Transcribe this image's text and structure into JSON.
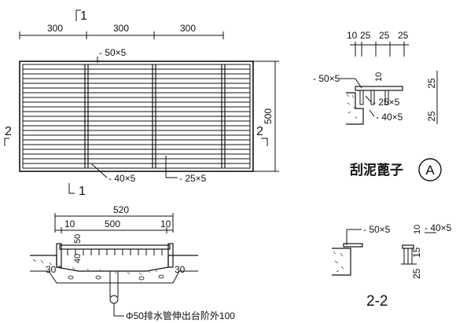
{
  "plan": {
    "section_mark_top": "1",
    "section_mark_bottom": "1",
    "section_mark_left": "2",
    "section_mark_right": "2",
    "dim_top": [
      "300",
      "300",
      "300"
    ],
    "dim_right": "500",
    "label_flat_bar": "- 50×5",
    "label_bottom_left": "- 40×5",
    "label_bottom_right": "- 25×5"
  },
  "detail_a": {
    "dim_top": [
      "10",
      "25",
      "25",
      "25"
    ],
    "dim_right": [
      "25",
      "25"
    ],
    "dim_vertical": "10",
    "label_top": "- 50×5",
    "label_mid": "- 25×5",
    "label_bottom": "- 40×5",
    "title": "刮泥蓖子",
    "marker": "A"
  },
  "section_1_1": {
    "dim_overall": "520",
    "dim_parts": [
      "10",
      "500",
      "10"
    ],
    "dim_vertical": [
      "50",
      "40"
    ],
    "dim_left": "30",
    "dim_right": "30",
    "note": "Φ50排水管伸出台阶外100"
  },
  "section_2_2": {
    "label_left": "- 50×5",
    "label_right": "- 40×5",
    "dim_vertical": [
      "10",
      "15",
      "25"
    ],
    "title": "2-2"
  }
}
